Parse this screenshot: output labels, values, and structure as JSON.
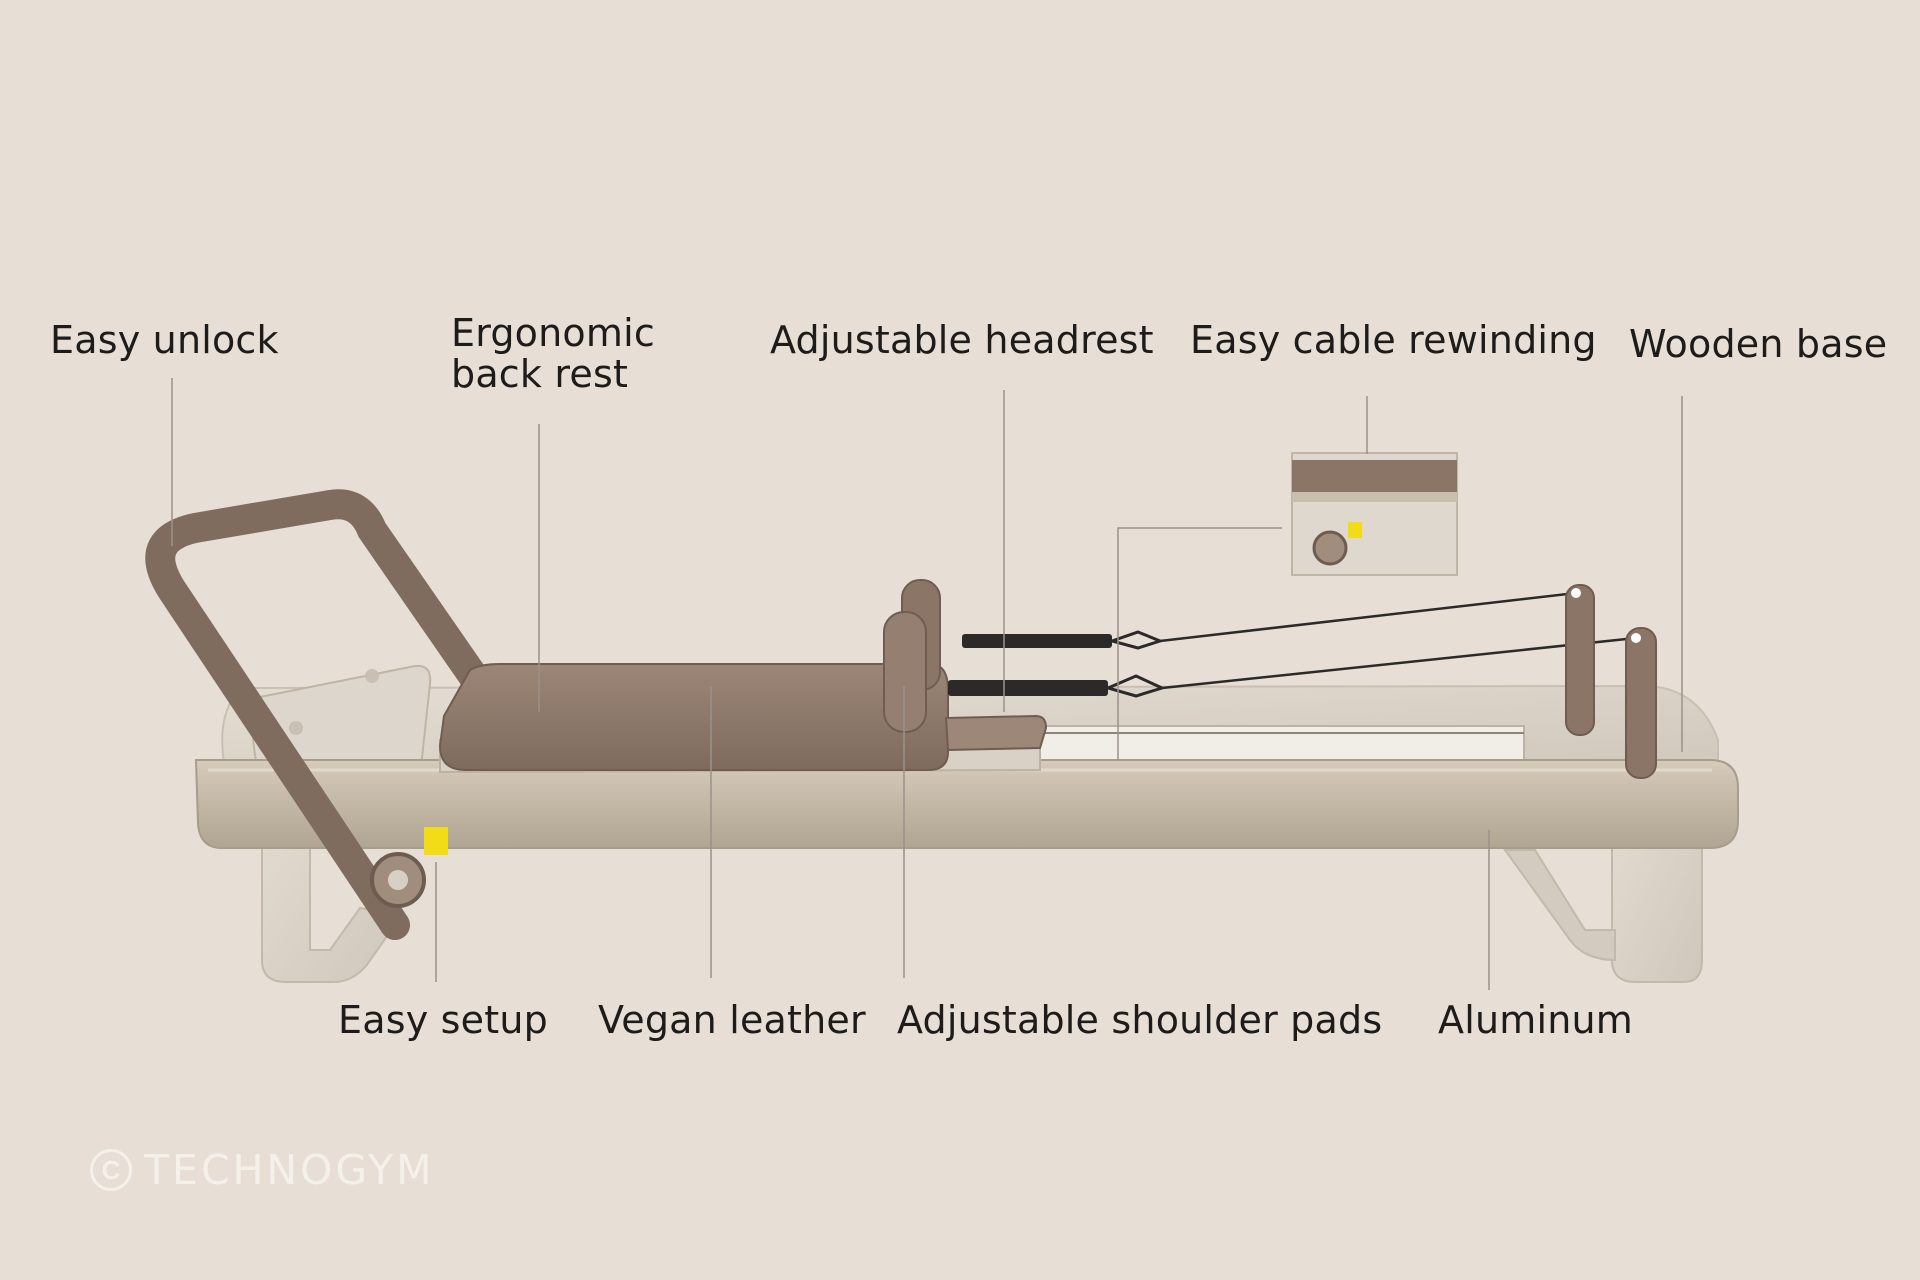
{
  "callouts": {
    "easy_unlock": "Easy unlock",
    "back_rest": "Ergonomic\nback rest",
    "headrest": "Adjustable headrest",
    "cable": "Easy cable rewinding",
    "wooden_base": "Wooden base",
    "easy_setup": "Easy setup",
    "vegan_leather": "Vegan leather",
    "shoulder_pads": "Adjustable shoulder pads",
    "aluminum": "Aluminum"
  },
  "watermark": {
    "symbol": "C",
    "brand": "TECHNOGYM"
  },
  "colors": {
    "background": "#e7dfd5",
    "frame_aluminum": "#c4b8a6",
    "wood": "#dcd4c8",
    "leather": "#8e796a",
    "accent_yellow": "#f2dc18",
    "leader_line": "#9a928a",
    "text": "#1e1c1a"
  }
}
